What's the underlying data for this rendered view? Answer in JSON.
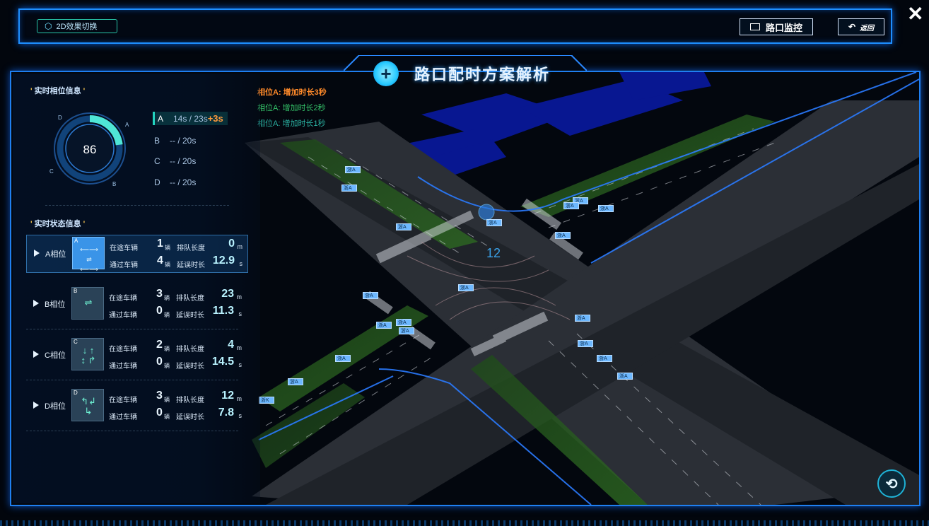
{
  "topbar": {
    "toggle_2d_label": "2D效果切换",
    "monitor_label": "路口监控",
    "back_label": "返回"
  },
  "title": "路口配时方案解析",
  "legend": [
    {
      "text": "相位A: 增加时长3秒",
      "color": "#ff8a2a"
    },
    {
      "text": "相位A: 增加时长2秒",
      "color": "#35c46a"
    },
    {
      "text": "相位A: 增加时长1秒",
      "color": "#2bb3a4"
    }
  ],
  "phase_info": {
    "title": "实时相位信息",
    "ring_value": "86",
    "ring_progress": 0.23,
    "ring_labels": [
      "A",
      "B",
      "C",
      "D"
    ],
    "phases": [
      {
        "letter": "A",
        "time": "14s / 23s",
        "extra": "+3s"
      },
      {
        "letter": "B",
        "time": "-- / 20s",
        "extra": ""
      },
      {
        "letter": "C",
        "time": "-- / 20s",
        "extra": ""
      },
      {
        "letter": "D",
        "time": "-- / 20s",
        "extra": ""
      }
    ]
  },
  "status_info": {
    "title": "实时状态信息",
    "labels": {
      "onroad": "在途车辆",
      "passed": "通过车辆",
      "queue": "排队长度",
      "delay": "延误时长",
      "unit_car": "辆",
      "unit_m": "m",
      "unit_s": "s"
    },
    "rows": [
      {
        "phase": "A相位",
        "letter": "A",
        "arrows": "⟵⟶\n⇌\n⟵⟶",
        "onroad": "1",
        "passed": "4",
        "queue": "0",
        "delay": "12.9"
      },
      {
        "phase": "B相位",
        "letter": "B",
        "arrows": "⇌",
        "onroad": "3",
        "passed": "0",
        "queue": "23",
        "delay": "11.3"
      },
      {
        "phase": "C相位",
        "letter": "C",
        "arrows": "↓ ↑\n↕ ↱",
        "onroad": "2",
        "passed": "0",
        "queue": "4",
        "delay": "14.5"
      },
      {
        "phase": "D相位",
        "letter": "D",
        "arrows": "↰↲\n↳",
        "onroad": "3",
        "passed": "0",
        "queue": "12",
        "delay": "7.8"
      }
    ]
  },
  "map": {
    "center_label": "12",
    "vehicle_tag": "浙A",
    "vehicle_tag_alt": "浙K"
  }
}
